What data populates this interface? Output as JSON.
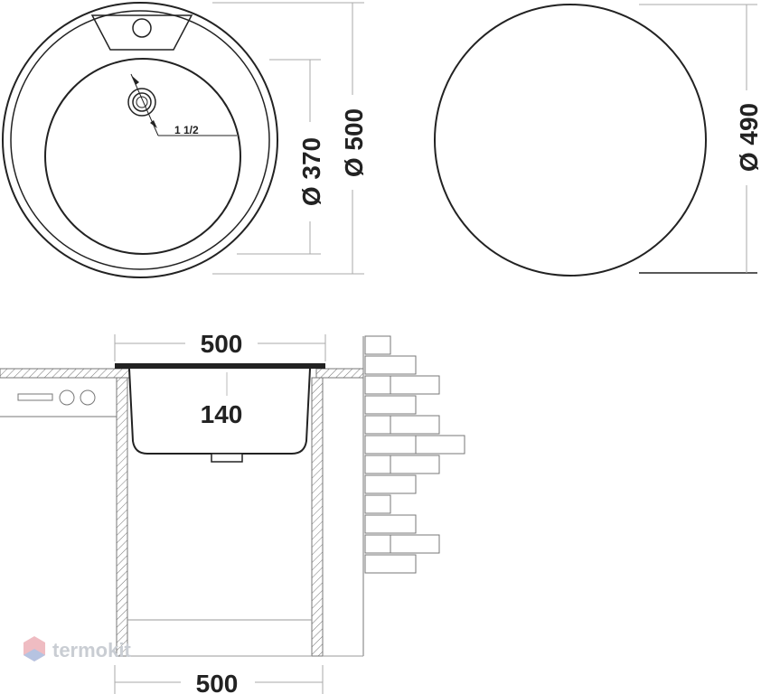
{
  "top_view": {
    "inner_diameter": "Ø 370",
    "outer_diameter": "Ø 500",
    "drain_size": "1 1/2"
  },
  "cutout_view": {
    "diameter": "Ø 490"
  },
  "section_view": {
    "top_width": "500",
    "depth": "140",
    "bottom_width": "500"
  },
  "watermark": {
    "text": "termokit",
    "colors": [
      "#e8a0a8",
      "#a8c4e8"
    ]
  }
}
